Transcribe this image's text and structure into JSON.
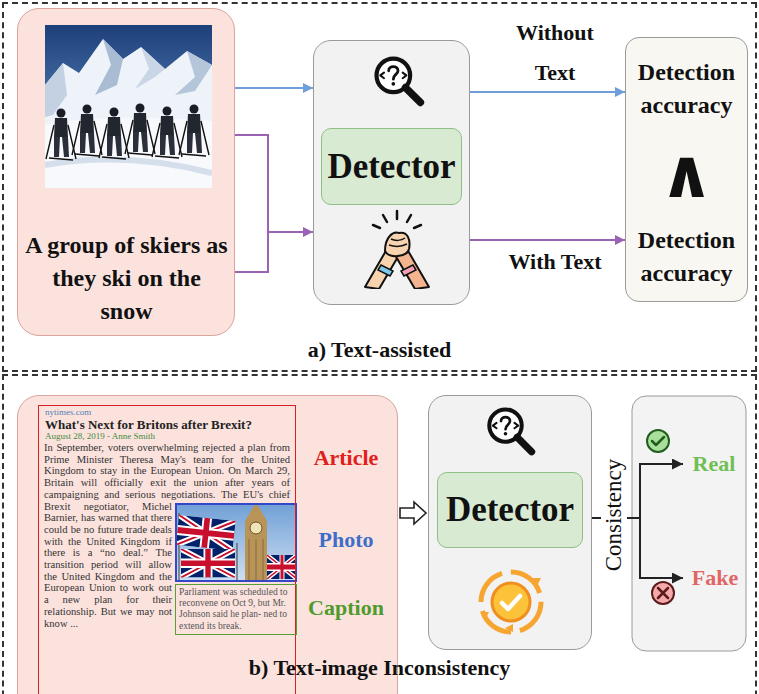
{
  "diagram": {
    "nodes": [
      {
        "text": [
          "a) Text-assisted"
        ]
      },
      {
        "text": [
          "A group of skiers as they ski on the snow"
        ],
        "in": 0
      },
      {
        "text": [
          "Detector"
        ],
        "in": 0
      },
      {
        "text": [
          "Detection accuracy",
          "∧",
          "Detection accuracy"
        ],
        "in": 0
      },
      {
        "text": [
          "b) Text-image Inconsistency"
        ]
      },
      {
        "text": [
          "Article",
          "Photo",
          "Caption"
        ],
        "in": 4
      },
      {
        "text": [
          "nytimes.com",
          "What's Next for Britons after Brexit?",
          "August 28, 2019 - Anne Smith",
          "In September, voters overwhelming rejected a plan from Prime Minister Theresa May's team for the United Kingdom to stay in the European Union. On March 29, Britain will officially exit the union after years of campaigning and serious negotiations. The EU's chief Brexit negotiator, Michel Barnier, has warned that there could be no future trade deals with the United Kingdom if there is a “no deal.” The transition period will allow the United Kingdom and the European Union to work out a new plan for their relationship. But we may not know ..."
        ],
        "in": 5
      },
      {
        "text": [
          "Parliament was scheduled to reconvene on Oct 9, but Mr. Johnson said he plan- ned to extend its break."
        ],
        "in": 5
      },
      {
        "text": [
          "Detector"
        ],
        "in": 4
      },
      {
        "text": [
          "Real"
        ],
        "in": 4
      },
      {
        "text": [
          "Fake"
        ],
        "in": 4
      }
    ],
    "edges": [
      {
        "from": 1,
        "to": 2,
        "arrow": "to"
      },
      {
        "from": 2,
        "to": 3,
        "label": "Without Text",
        "arrow": "to"
      },
      {
        "from": 1,
        "to": 2,
        "arrow": "to"
      },
      {
        "from": 2,
        "to": 3,
        "label": "With Text",
        "arrow": "to"
      },
      {
        "from": 5,
        "to": 8,
        "arrow": "to"
      },
      {
        "from": 8,
        "to": 9,
        "label": "Consistency",
        "arrow": "to"
      },
      {
        "from": 8,
        "to": 10,
        "arrow": "to"
      }
    ]
  }
}
